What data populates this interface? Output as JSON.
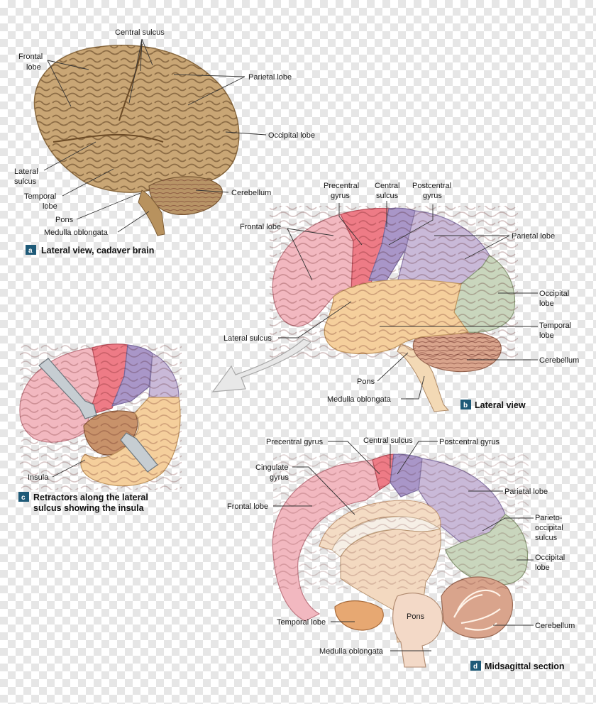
{
  "panel_a": {
    "badge": "a",
    "caption": "Lateral view, cadaver brain",
    "labels": {
      "central_sulcus": "Central sulcus",
      "frontal_1": "Frontal",
      "frontal_2": "lobe",
      "parietal": "Parietal lobe",
      "occipital": "Occipital lobe",
      "lateral_1": "Lateral",
      "lateral_2": "sulcus",
      "temporal_1": "Temporal",
      "temporal_2": "lobe",
      "cerebellum": "Cerebellum",
      "pons": "Pons",
      "medulla": "Medulla oblongata"
    }
  },
  "panel_b": {
    "badge": "b",
    "caption": "Lateral view",
    "labels": {
      "precentral_1": "Precentral",
      "precentral_2": "gyrus",
      "central_1": "Central",
      "central_2": "sulcus",
      "postcentral_1": "Postcentral",
      "postcentral_2": "gyrus",
      "frontal": "Frontal lobe",
      "parietal": "Parietal lobe",
      "occipital_1": "Occipital",
      "occipital_2": "lobe",
      "temporal_1": "Temporal",
      "temporal_2": "lobe",
      "lateral": "Lateral sulcus",
      "cerebellum": "Cerebellum",
      "pons": "Pons",
      "medulla": "Medulla oblongata"
    }
  },
  "panel_c": {
    "badge": "c",
    "caption_1": "Retractors along the lateral",
    "caption_2": "sulcus showing the insula",
    "labels": {
      "insula": "Insula"
    }
  },
  "panel_d": {
    "badge": "d",
    "caption": "Midsagittal section",
    "labels": {
      "precentral": "Precentral gyrus",
      "central": "Central sulcus",
      "postcentral": "Postcentral gyrus",
      "cingulate_1": "Cingulate",
      "cingulate_2": "gyrus",
      "frontal": "Frontal lobe",
      "parietal": "Parietal lobe",
      "parieto_1": "Parieto-",
      "parieto_2": "occipital",
      "parieto_3": "sulcus",
      "occipital_1": "Occipital",
      "occipital_2": "lobe",
      "pons": "Pons",
      "temporal": "Temporal lobe",
      "cerebellum": "Cerebellum",
      "medulla": "Medulla oblongata"
    }
  },
  "colors": {
    "frontal": "#f2b8c0",
    "precentral": "#ee7b86",
    "postcentral": "#a996c8",
    "parietal": "#c9b9d8",
    "occipital": "#c9d6bd",
    "temporal": "#f5cf9c",
    "cerebellum": "#d9a48c",
    "cadaver": "#c9a675",
    "badge": "#1e5a78"
  }
}
